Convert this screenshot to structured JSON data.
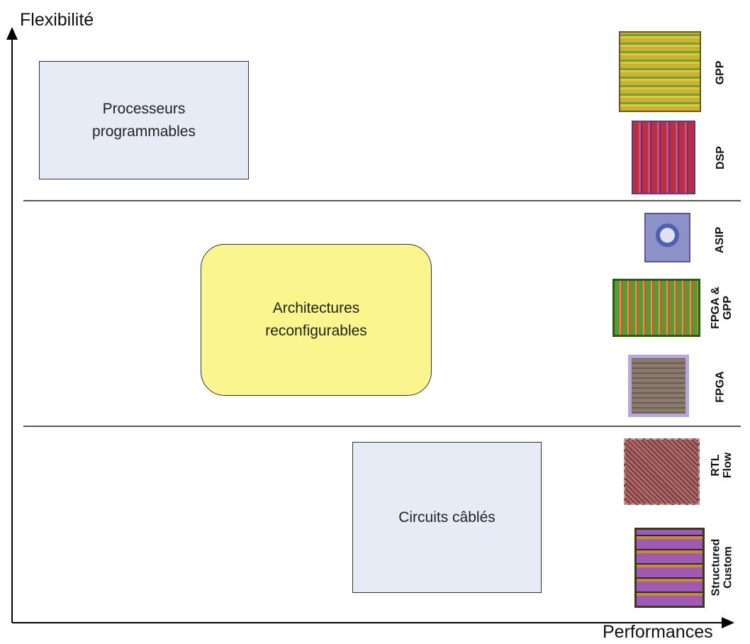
{
  "axes": {
    "y_label": "Flexibilité",
    "x_label": "Performances"
  },
  "regions": {
    "top": {
      "label": "Processeurs\nprogrammables"
    },
    "middle": {
      "label": "Architectures\nreconfigurables"
    },
    "bottom": {
      "label": "Circuits câblés"
    }
  },
  "chips": [
    {
      "label": "GPP",
      "icon": "gpp-die-photo",
      "color": "#c8b232"
    },
    {
      "label": "DSP",
      "icon": "dsp-die-photo",
      "color": "#b83048"
    },
    {
      "label": "ASIP",
      "icon": "asip-die-photo",
      "color": "#8c91c8"
    },
    {
      "label": "FPGA &\nGPP",
      "icon": "fpga-gpp-die-photo",
      "color": "#5a9a32"
    },
    {
      "label": "FPGA",
      "icon": "fpga-die-photo",
      "color": "#9a8cb8"
    },
    {
      "label": "RTL\nFlow",
      "icon": "rtl-flow-die-photo",
      "color": "#8c5050"
    },
    {
      "label": "Structured\nCustom",
      "icon": "structured-custom-die-photo",
      "color": "#a05ab4"
    }
  ]
}
